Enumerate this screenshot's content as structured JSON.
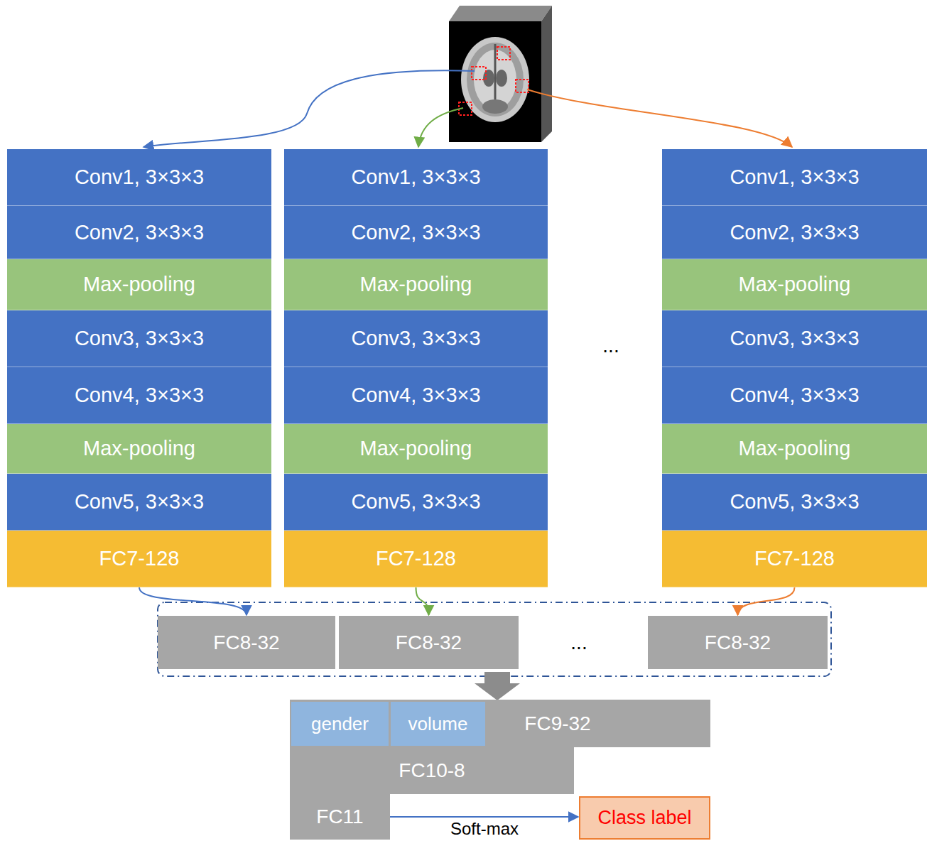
{
  "diagram": {
    "nodes": [
      {
        "text": [
          "Conv1, 3×3×3"
        ]
      },
      {
        "text": [
          "Conv2, 3×3×3"
        ]
      },
      {
        "text": [
          "Max-pooling"
        ]
      },
      {
        "text": [
          "Conv3, 3×3×3"
        ]
      },
      {
        "text": [
          "Conv4, 3×3×3"
        ]
      },
      {
        "text": [
          "Max-pooling"
        ]
      },
      {
        "text": [
          "Conv5, 3×3×3"
        ]
      },
      {
        "text": [
          "FC7-128"
        ]
      },
      {
        "text": [
          "Conv1, 3×3×3"
        ]
      },
      {
        "text": [
          "Conv2, 3×3×3"
        ]
      },
      {
        "text": [
          "Max-pooling"
        ]
      },
      {
        "text": [
          "Conv3, 3×3×3"
        ]
      },
      {
        "text": [
          "Conv4, 3×3×3"
        ]
      },
      {
        "text": [
          "Max-pooling"
        ]
      },
      {
        "text": [
          "Conv5, 3×3×3"
        ]
      },
      {
        "text": [
          "FC7-128"
        ]
      },
      {
        "text": [
          "Conv1, 3×3×3"
        ]
      },
      {
        "text": [
          "Conv2, 3×3×3"
        ]
      },
      {
        "text": [
          "Max-pooling"
        ]
      },
      {
        "text": [
          "Conv3, 3×3×3"
        ]
      },
      {
        "text": [
          "Conv4, 3×3×3"
        ]
      },
      {
        "text": [
          "Max-pooling"
        ]
      },
      {
        "text": [
          "Conv5, 3×3×3"
        ]
      },
      {
        "text": [
          "FC7-128"
        ]
      },
      {
        "text": [
          "FC8-32"
        ]
      },
      {
        "text": [
          "FC8-32"
        ]
      },
      {
        "text": [
          "FC8-32"
        ]
      },
      {
        "text": [
          "FC9-32"
        ]
      },
      {
        "text": [
          "gender"
        ],
        "in": 27
      },
      {
        "text": [
          "volume"
        ],
        "in": 27
      },
      {
        "text": [
          "FC10-8"
        ]
      },
      {
        "text": [
          "FC11"
        ]
      },
      {
        "text": [
          "Class label"
        ]
      }
    ],
    "edges": [
      {
        "from": 7,
        "to": 24,
        "arrow": "to"
      },
      {
        "from": 15,
        "to": 25,
        "arrow": "to"
      },
      {
        "from": 23,
        "to": 26,
        "arrow": "to"
      },
      {
        "from": 31,
        "to": 32,
        "label": "Soft-max",
        "arrow": "to"
      }
    ],
    "labels": [
      "...",
      "..."
    ]
  }
}
